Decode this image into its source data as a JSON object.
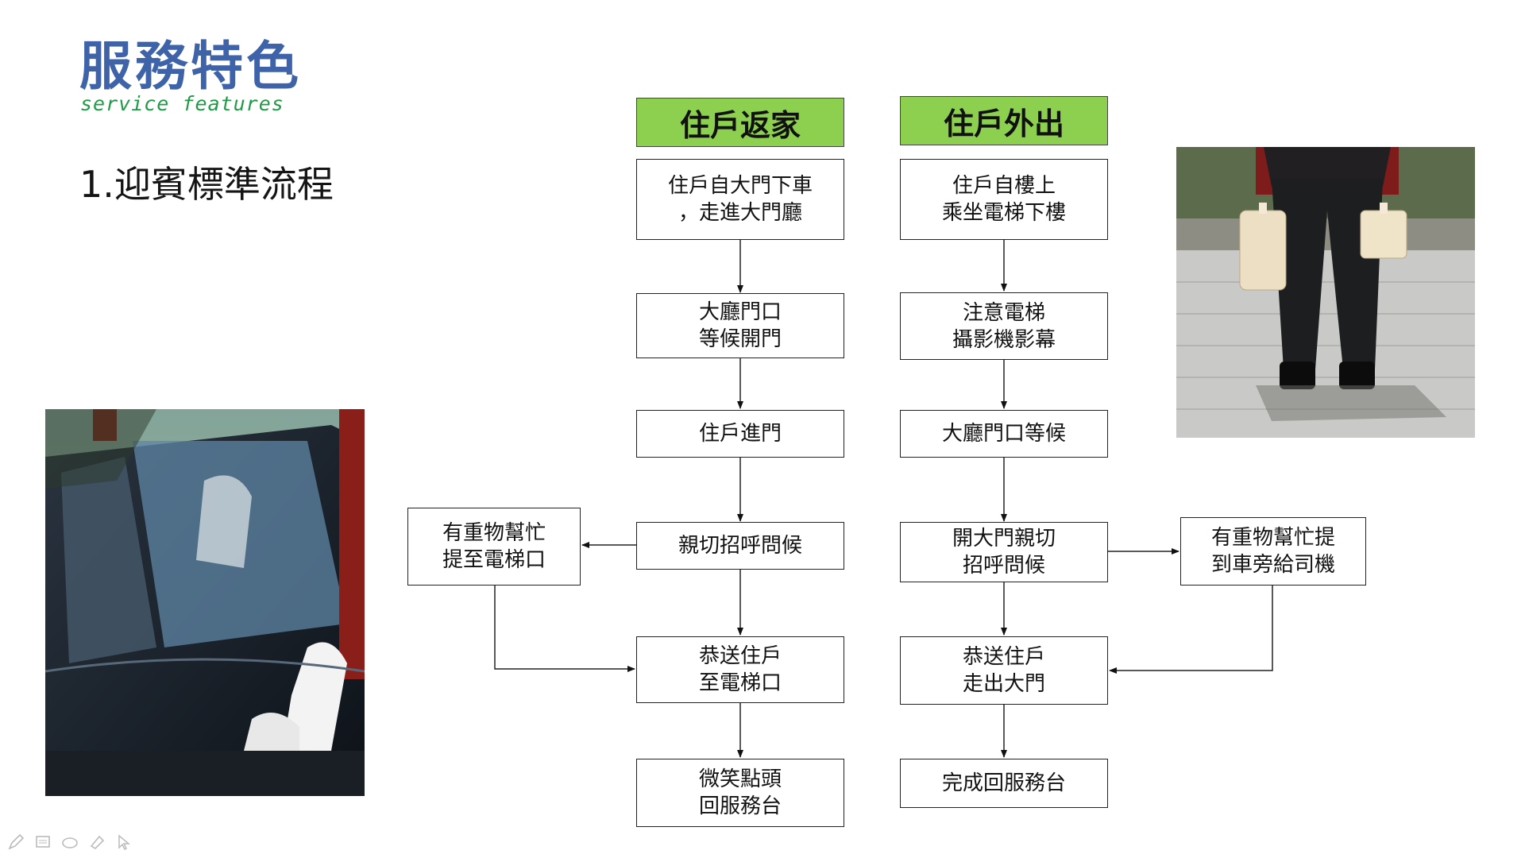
{
  "header": {
    "title": "服務特色",
    "subtitle": "service features",
    "section": "1.迎賓標準流程"
  },
  "flow_home": {
    "header": "住戶返家",
    "steps": [
      "住戶自大門下車\n，走進大門廳",
      "大廳門口\n等候開門",
      "住戶進門",
      "親切招呼問候",
      "恭送住戶\n至電梯口",
      "微笑點頭\n回服務台"
    ],
    "side": "有重物幫忙\n提至電梯口"
  },
  "flow_out": {
    "header": "住戶外出",
    "steps": [
      "住戶自樓上\n乘坐電梯下樓",
      "注意電梯\n攝影機影幕",
      "大廳門口等候",
      "開大門親切\n招呼問候",
      "恭送住戶\n走出大門",
      "完成回服務台"
    ],
    "side": "有重物幫忙提\n到車旁給司機"
  },
  "colors": {
    "title": "#3f63a8",
    "subtitle": "#1f9a45",
    "header_fill": "#8dd04f"
  },
  "toolbar": {
    "icons": [
      "pen-icon",
      "slides-icon",
      "eraser-icon",
      "highlighter-icon",
      "pointer-icon"
    ]
  }
}
